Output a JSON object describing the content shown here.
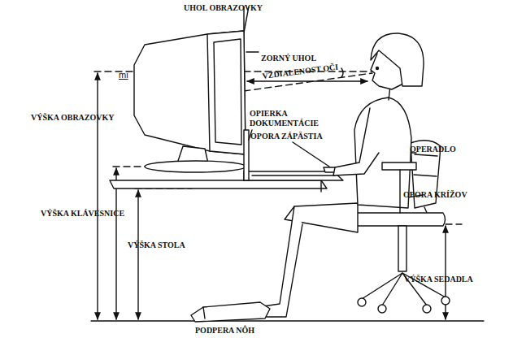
{
  "diagram": {
    "labels": [
      "UHOL OBRAZOVKY",
      "ZORNÝ UHOL",
      "mi",
      "VZDIALENOST OČI",
      "OPIERKA DOKUMENTÁCIE",
      "VÝŠKA OBRAZOVKY",
      "OPORA ZÁPÄSTIA",
      "OPERADLO",
      "OPORA KRÍŽOV",
      "VÝŠKA KLÁVESNICE",
      "VÝŠKA STOLA",
      "VÝŠKA SEDADLA",
      "PODPERA NÔH"
    ]
  }
}
